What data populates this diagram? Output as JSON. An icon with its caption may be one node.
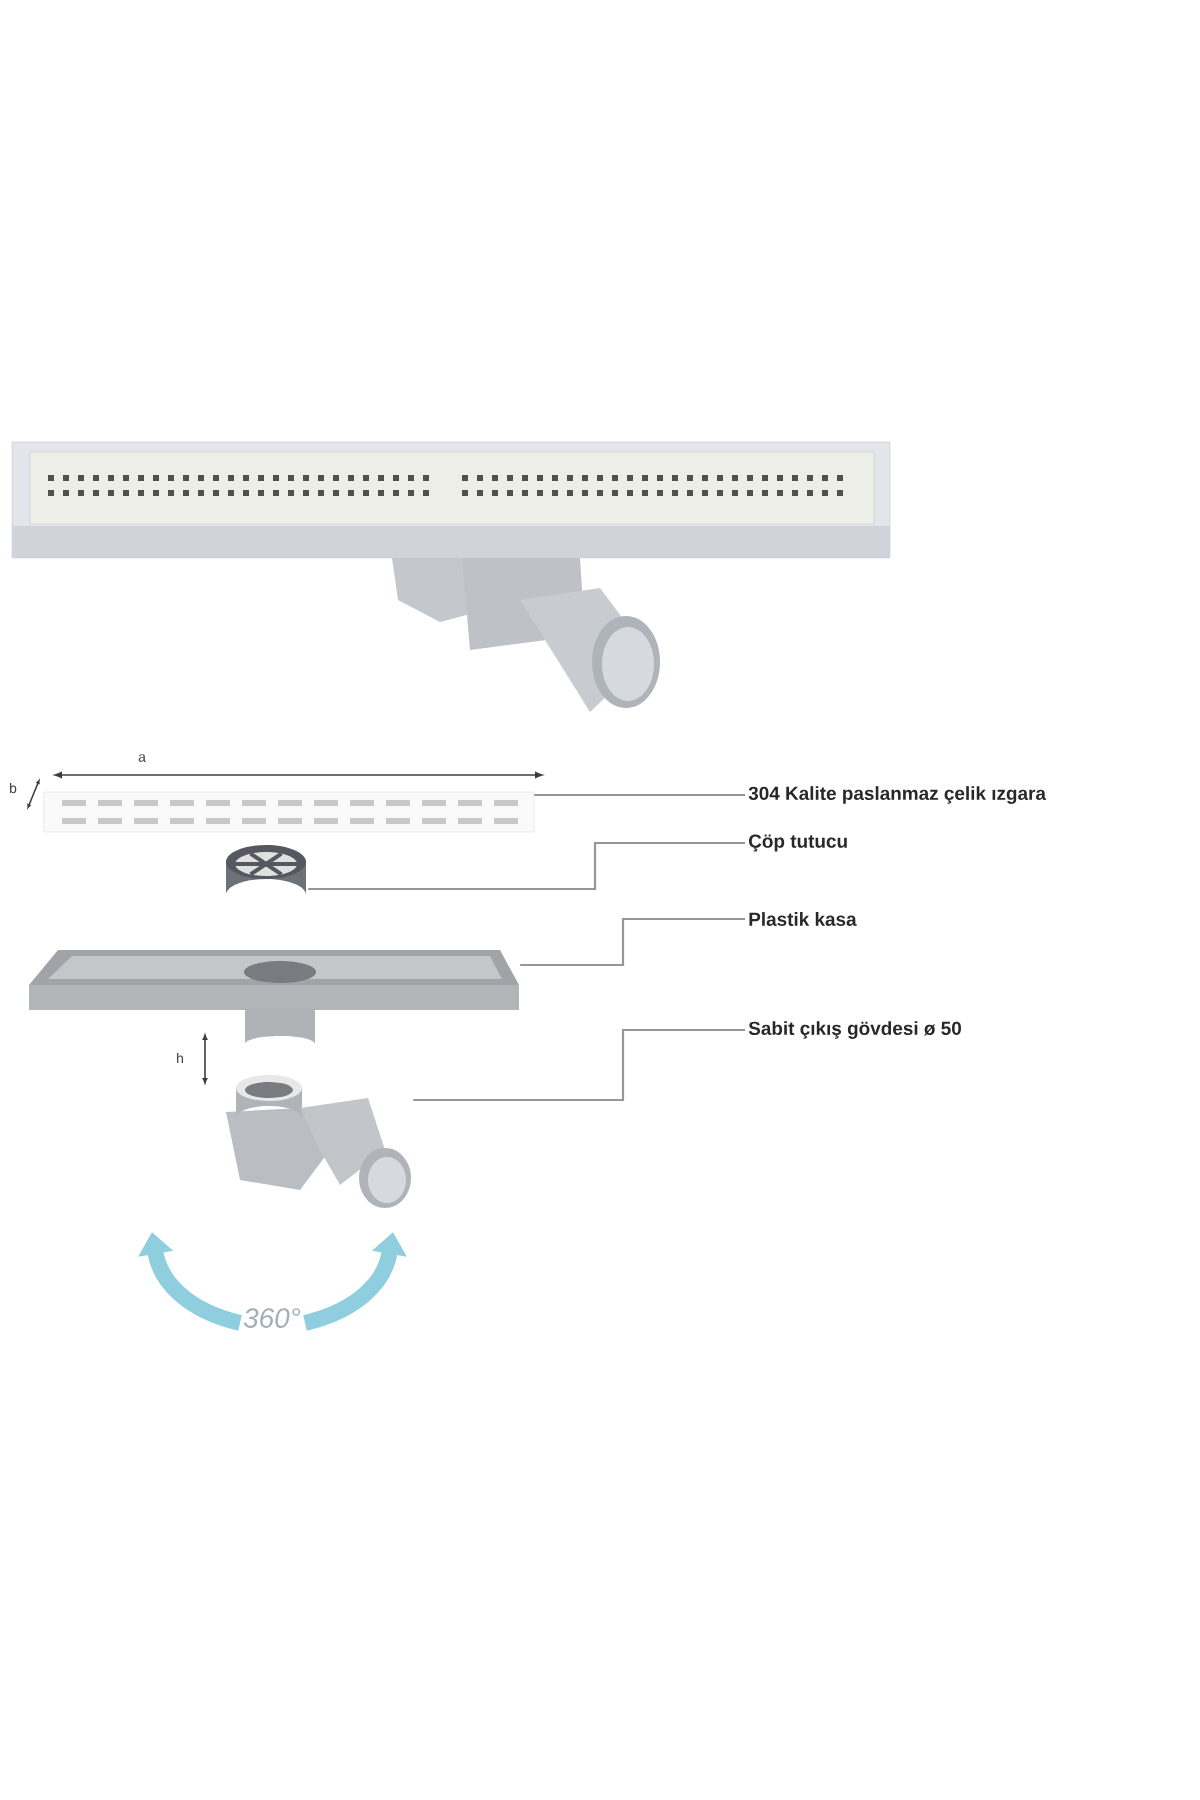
{
  "diagram": {
    "nodes": [
      {
        "text": [],
        "shape": "picture"
      },
      {
        "text": [
          "304 Kalite paslanmaz çelik ızgara"
        ]
      },
      {
        "text": [],
        "shape": "picture"
      },
      {
        "text": [
          "Çöp tutucu"
        ]
      },
      {
        "text": [],
        "shape": "picture"
      },
      {
        "text": [
          "Plastik kasa"
        ]
      },
      {
        "text": [],
        "shape": "picture"
      },
      {
        "text": [
          "Sabit çıkış gövdesi ø 50"
        ]
      }
    ],
    "edges": [
      {
        "from": 1,
        "to": 0,
        "arrow": "none"
      },
      {
        "from": 3,
        "to": 2,
        "arrow": "none"
      },
      {
        "from": 5,
        "to": 4,
        "arrow": "none"
      },
      {
        "from": 7,
        "to": 6,
        "arrow": "none"
      }
    ],
    "labels": [
      "a",
      "b",
      "h",
      "360°"
    ]
  }
}
